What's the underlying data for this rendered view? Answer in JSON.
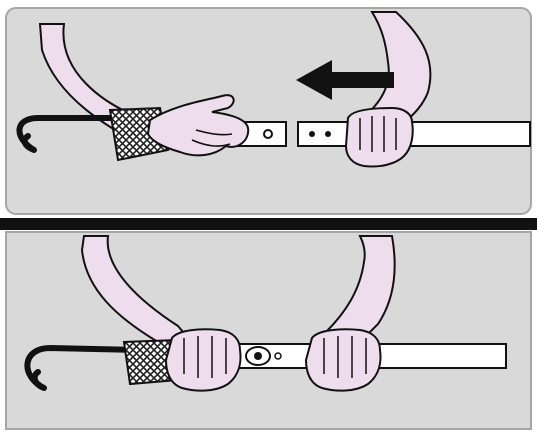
{
  "figure": {
    "panel_count": 2,
    "panels": [
      {
        "id": "top",
        "shows": [
          "hand-pushing-belt-end",
          "hand-gripping-belt",
          "arrow-left"
        ]
      },
      {
        "id": "bottom",
        "shows": [
          "hand-gripping-belt-left",
          "hand-gripping-belt-right"
        ]
      }
    ],
    "colors": {
      "panel_fill": "#d9d9d9",
      "panel_border": "#a6a6a6",
      "divider": "#111111",
      "skin": "#eedeed",
      "outline": "#111111",
      "belt": "#ffffff",
      "hook": "#111111",
      "webbing": "#222222"
    },
    "icons": {
      "direction_arrow": "arrow-left-icon",
      "hook": "hook-icon",
      "buckle": "buckle-icon"
    }
  }
}
